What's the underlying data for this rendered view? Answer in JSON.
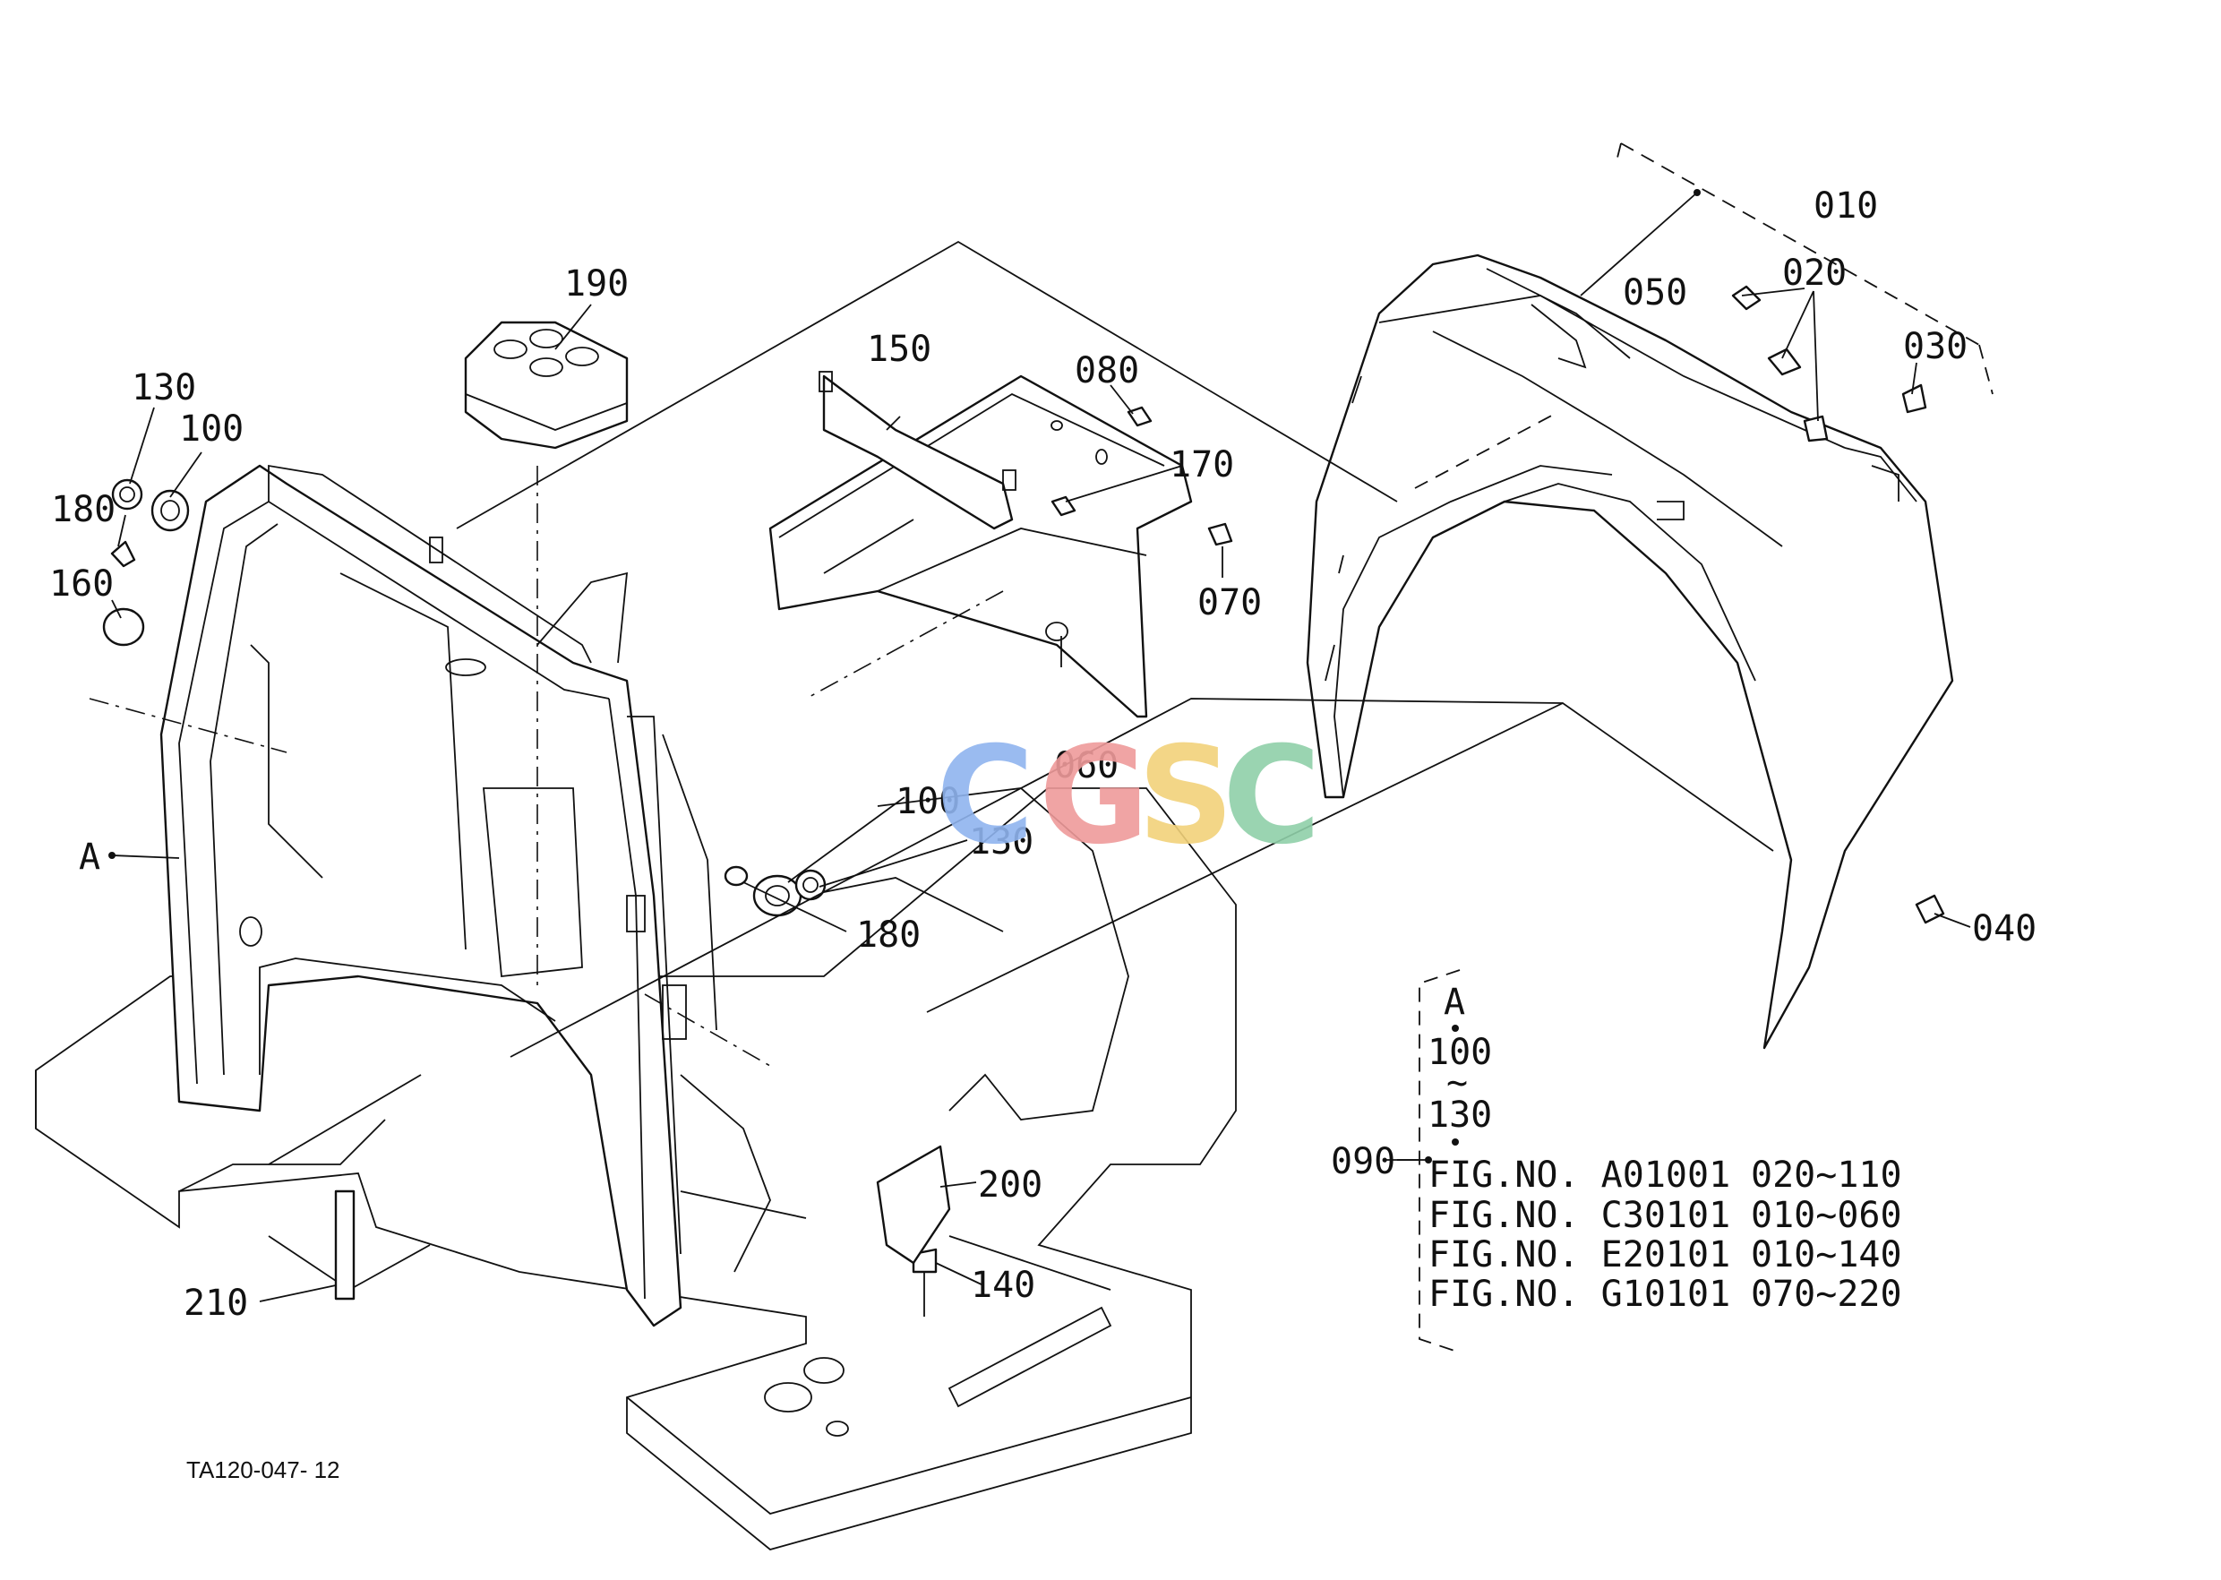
{
  "callouts": {
    "c010": "010",
    "c020": "020",
    "c030": "030",
    "c040": "040",
    "c050": "050",
    "c060": "060",
    "c070": "070",
    "c080": "080",
    "c090": "090",
    "c100a": "100",
    "c100b": "100",
    "c130a": "130",
    "c130b": "130",
    "c140": "140",
    "c150": "150",
    "c160": "160",
    "c170": "170",
    "c180a": "180",
    "c180b": "180",
    "c190": "190",
    "c200": "200",
    "c210": "210",
    "cA": "A"
  },
  "legend": {
    "ref": "A",
    "range_start": "100",
    "range_sep": "~",
    "range_end": "130",
    "rows": [
      {
        "fig": "FIG.NO. A01001",
        "range": "020~110"
      },
      {
        "fig": "FIG.NO. C30101",
        "range": "010~060"
      },
      {
        "fig": "FIG.NO. E20101",
        "range": "010~140"
      },
      {
        "fig": "FIG.NO. G10101",
        "range": "070~220"
      }
    ]
  },
  "drawing_code": "TA120-047- 12",
  "watermark": {
    "letters": [
      "C",
      "G",
      "S",
      "C"
    ],
    "colors": [
      "#8fb4ee",
      "#ee9a9a",
      "#f2d27a",
      "#8fcfa8"
    ]
  }
}
